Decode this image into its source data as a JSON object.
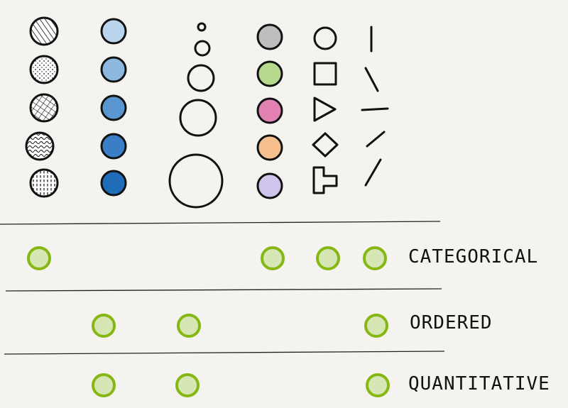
{
  "labels": {
    "categorical": "CATEGORICAL",
    "ordered": "ORDERED",
    "quantitative": "QUANTITATIVE"
  },
  "columns": [
    {
      "name": "texture",
      "values": [
        "diagonal-lines",
        "dots",
        "crosshatch",
        "waves",
        "vertical-ticks"
      ]
    },
    {
      "name": "color-value",
      "values": [
        "#b9d4ec",
        "#8cb8e0",
        "#5a97d1",
        "#3a7fc6",
        "#1f6cb8"
      ]
    },
    {
      "name": "size",
      "values": [
        1,
        2,
        3,
        4,
        5
      ]
    },
    {
      "name": "hue",
      "values": [
        "#bdbdbd",
        "#b6d98e",
        "#e182b3",
        "#f6c08e",
        "#cfc5ec"
      ]
    },
    {
      "name": "shape",
      "values": [
        "circle",
        "square",
        "triangle",
        "diamond",
        "cross"
      ]
    },
    {
      "name": "orientation",
      "values": [
        "vertical",
        "steep",
        "horizontal",
        "diagonal",
        "diagonal-steep"
      ]
    }
  ],
  "matrix": {
    "categorical": [
      true,
      false,
      false,
      true,
      true,
      true
    ],
    "ordered": [
      false,
      true,
      true,
      false,
      false,
      true
    ],
    "quantitative": [
      false,
      true,
      true,
      false,
      false,
      true
    ]
  },
  "colors": {
    "marker_fill": "#d6e6b4",
    "marker_stroke": "#86b814",
    "ink": "#111111",
    "paper": "#f4f3ef"
  }
}
